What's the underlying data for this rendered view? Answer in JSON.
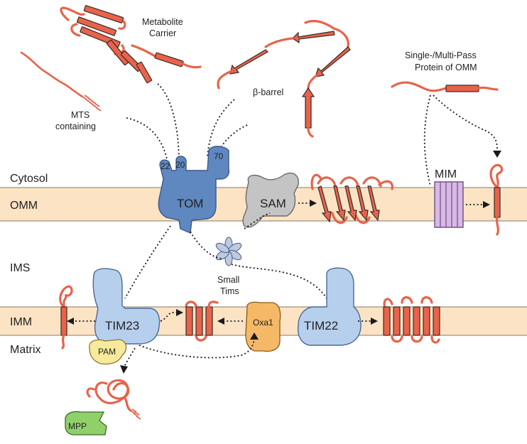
{
  "colors": {
    "membrane": "#fbe3c4",
    "membrane_edge": "#8a7a66",
    "protein": "#e8634b",
    "tom": "#5f87c0",
    "tim": "#b6cfec",
    "sam": "#c4c4c4",
    "oxa1": "#f5b866",
    "pam": "#f8ea9c",
    "mpp": "#8fd06a",
    "mim": "#d9b8e8",
    "small_tims": "#bccbe3"
  },
  "compartments": {
    "cytosol": "Cytosol",
    "omm": "OMM",
    "ims": "IMS",
    "imm": "IMM",
    "matrix": "Matrix"
  },
  "substrates": {
    "metabolite_carrier_line1": "Metabolite",
    "metabolite_carrier_line2": "Carrier",
    "beta_barrel": "β-barrel",
    "mts_line1": "MTS",
    "mts_line2": "containing",
    "omm_protein_line1": "Single-/Multi-Pass",
    "omm_protein_line2": "Protein of OMM"
  },
  "complexes": {
    "tom": "TOM",
    "tom22": "22",
    "tom20": "20",
    "tom70": "70",
    "sam": "SAM",
    "mim": "MIM",
    "small_tims_line1": "Small",
    "small_tims_line2": "Tims",
    "tim23": "TIM23",
    "tim22": "TIM22",
    "oxa1": "Oxa1",
    "pam": "PAM",
    "mpp": "MPP"
  }
}
